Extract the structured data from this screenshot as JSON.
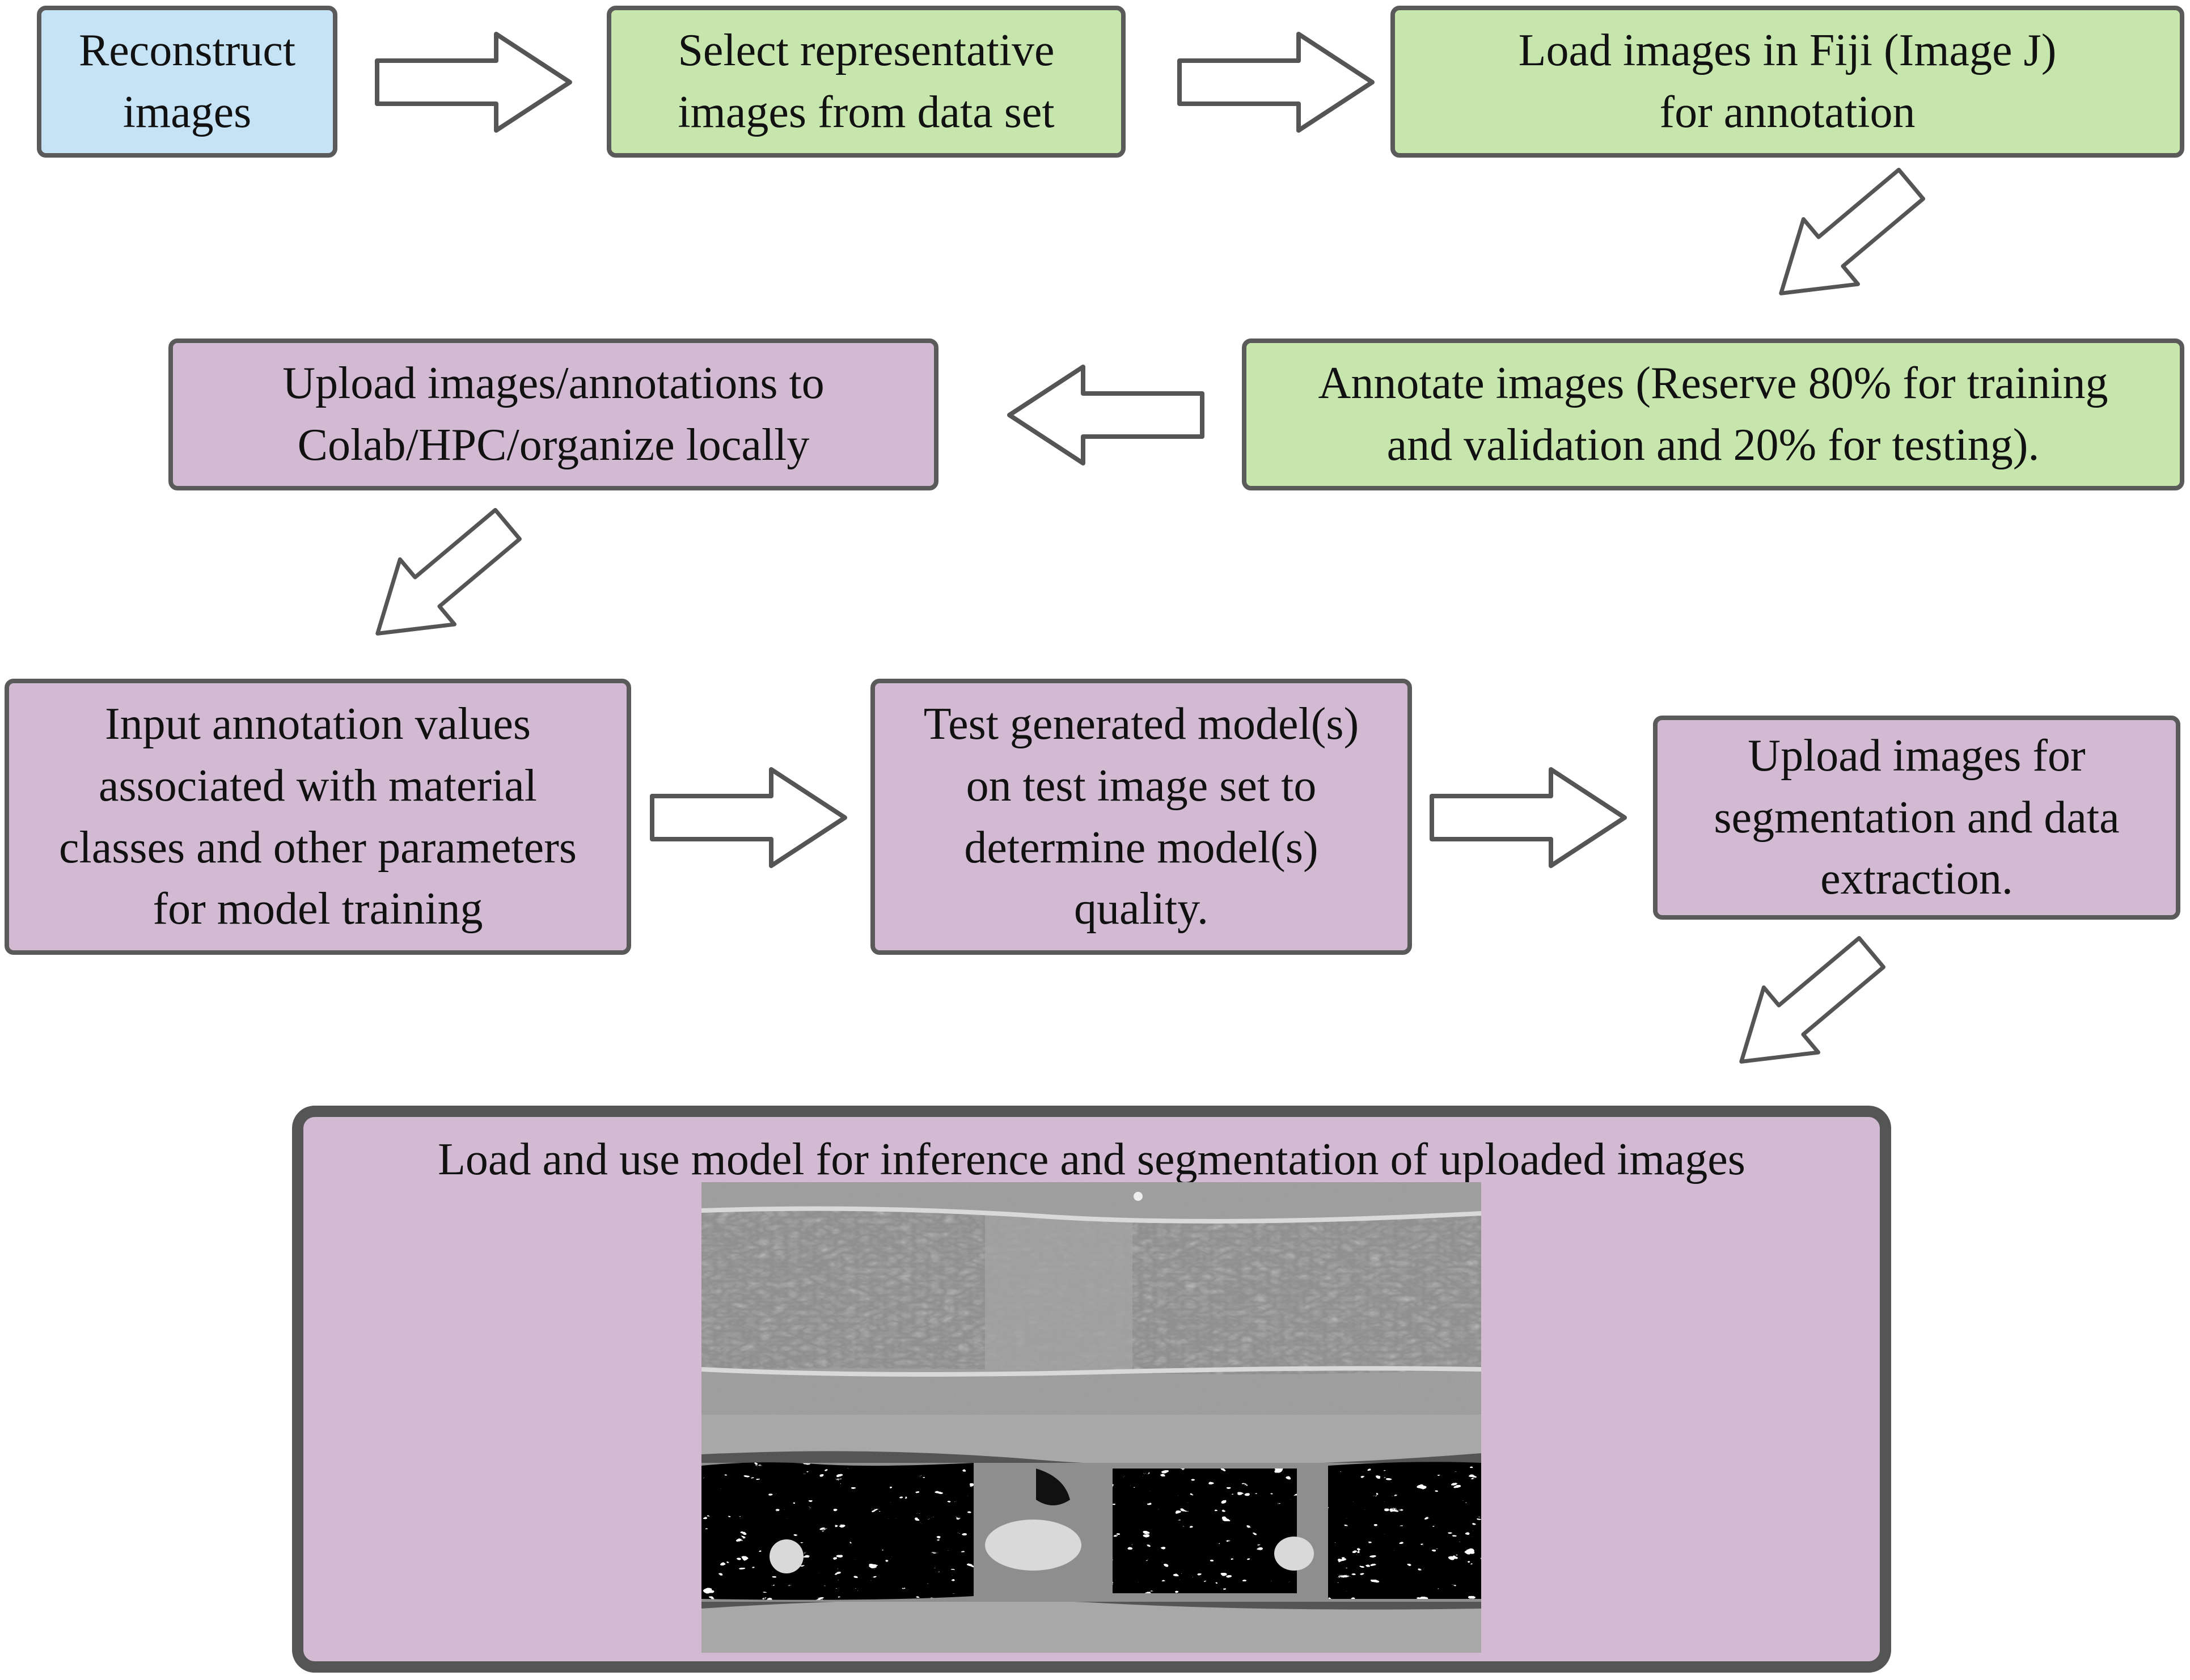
{
  "colors": {
    "blue_box": "#c6e3f5",
    "green_box": "#c6e6ad",
    "purple_box": "#d3bad3",
    "border": "#5a5a5a",
    "arrow_fill": "#ffffff",
    "arrow_stroke": "#555555"
  },
  "steps": [
    {
      "id": "reconstruct",
      "text": "Reconstruct\nimages",
      "color": "blue"
    },
    {
      "id": "select",
      "text": "Select representative\nimages from data set",
      "color": "green"
    },
    {
      "id": "load",
      "text": "Load images in Fiji (Image J)\nfor annotation",
      "color": "green"
    },
    {
      "id": "annotate",
      "text": "Annotate images (Reserve 80% for training\nand validation and 20% for testing).",
      "color": "green"
    },
    {
      "id": "upload-annotations",
      "text": "Upload images/annotations to\nColab/HPC/organize locally",
      "color": "purple"
    },
    {
      "id": "input-values",
      "text": "Input annotation values\nassociated with material\nclasses and other parameters\nfor model training",
      "color": "purple"
    },
    {
      "id": "test-models",
      "text": "Test generated model(s)\non test image set to\ndetermine model(s)\nquality.",
      "color": "purple"
    },
    {
      "id": "upload-segmentation",
      "text": "Upload images for\nsegmentation and data\nextraction.",
      "color": "purple"
    }
  ],
  "final_step": {
    "title": "Load and use model for inference and segmentation of uploaded images",
    "color": "purple"
  },
  "arrows": [
    {
      "from": "reconstruct",
      "to": "select",
      "direction": "right"
    },
    {
      "from": "select",
      "to": "load",
      "direction": "right"
    },
    {
      "from": "load",
      "to": "annotate",
      "direction": "down-left"
    },
    {
      "from": "annotate",
      "to": "upload-annotations",
      "direction": "left"
    },
    {
      "from": "upload-annotations",
      "to": "input-values",
      "direction": "down-left"
    },
    {
      "from": "input-values",
      "to": "test-models",
      "direction": "right"
    },
    {
      "from": "test-models",
      "to": "upload-segmentation",
      "direction": "right"
    },
    {
      "from": "upload-segmentation",
      "to": "final",
      "direction": "down-left"
    }
  ],
  "images": [
    {
      "id": "ct-slice",
      "kind": "grayscale micro-CT cross-section"
    },
    {
      "id": "segmented-slice",
      "kind": "segmentation map"
    }
  ]
}
